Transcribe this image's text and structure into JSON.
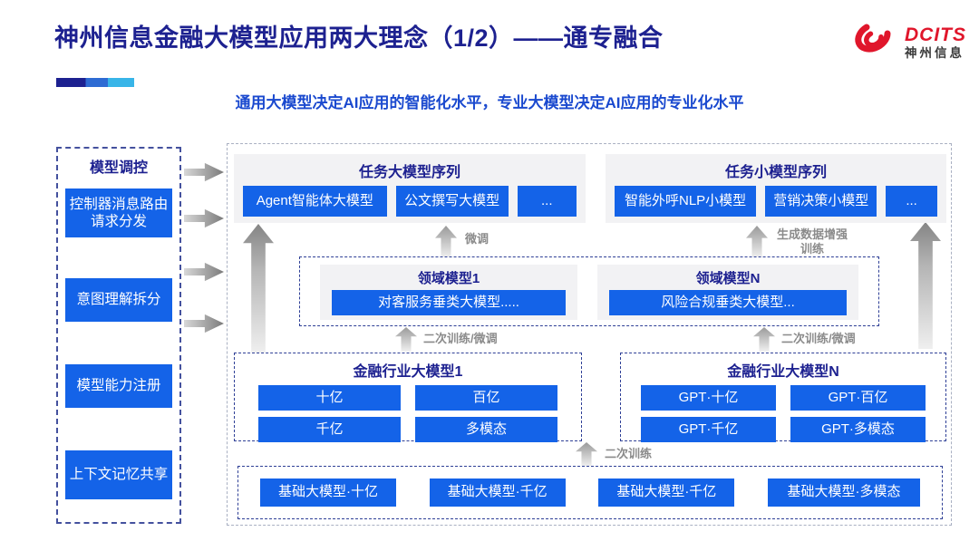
{
  "header": {
    "title": "神州信息金融大模型应用两大理念（1/2）——通专融合",
    "subtitle": "通用大模型决定AI应用的智能化水平，专业大模型决定AI应用的专业化水平",
    "logo": {
      "brand": "DCITS",
      "brand_cn": "神州信息"
    }
  },
  "colors": {
    "title_navy": "#1d2190",
    "subtitle_blue": "#1a49cf",
    "button_blue": "#1463e8",
    "logo_red": "#e0162b",
    "label_gray": "#8b8b8b",
    "panel_gray": "#f2f2f4"
  },
  "sidebar": {
    "title": "模型调控",
    "items": [
      {
        "label": "控制器消息路由请求分发"
      },
      {
        "label": "意图理解拆分"
      },
      {
        "label": "模型能力注册"
      },
      {
        "label": "上下文记忆共享"
      }
    ]
  },
  "diagram": {
    "task_large": {
      "title": "任务大模型序列",
      "items": [
        "Agent智能体大模型",
        "公文撰写大模型",
        "..."
      ]
    },
    "task_small": {
      "title": "任务小模型序列",
      "items": [
        "智能外呼NLP小模型",
        "营销决策小模型",
        "..."
      ]
    },
    "labels": {
      "finetune": "微调",
      "gen_data_training": "生成数据增强训练",
      "retrain_finetune_left": "二次训练/微调",
      "retrain_finetune_right": "二次训练/微调",
      "retrain": "二次训练"
    },
    "domain": {
      "box1": {
        "title": "领域模型1",
        "item": "对客服务垂类大模型....."
      },
      "boxN": {
        "title": "领域模型N",
        "item": "风险合规垂类大模型..."
      }
    },
    "industry": {
      "box1": {
        "title": "金融行业大模型1",
        "items": [
          "十亿",
          "百亿",
          "千亿",
          "多模态"
        ]
      },
      "boxN": {
        "title": "金融行业大模型N",
        "items": [
          "GPT·十亿",
          "GPT·百亿",
          "GPT·千亿",
          "GPT·多模态"
        ]
      }
    },
    "base_models": [
      "基础大模型·十亿",
      "基础大模型·千亿",
      "基础大模型·千亿",
      "基础大模型·多模态"
    ]
  }
}
